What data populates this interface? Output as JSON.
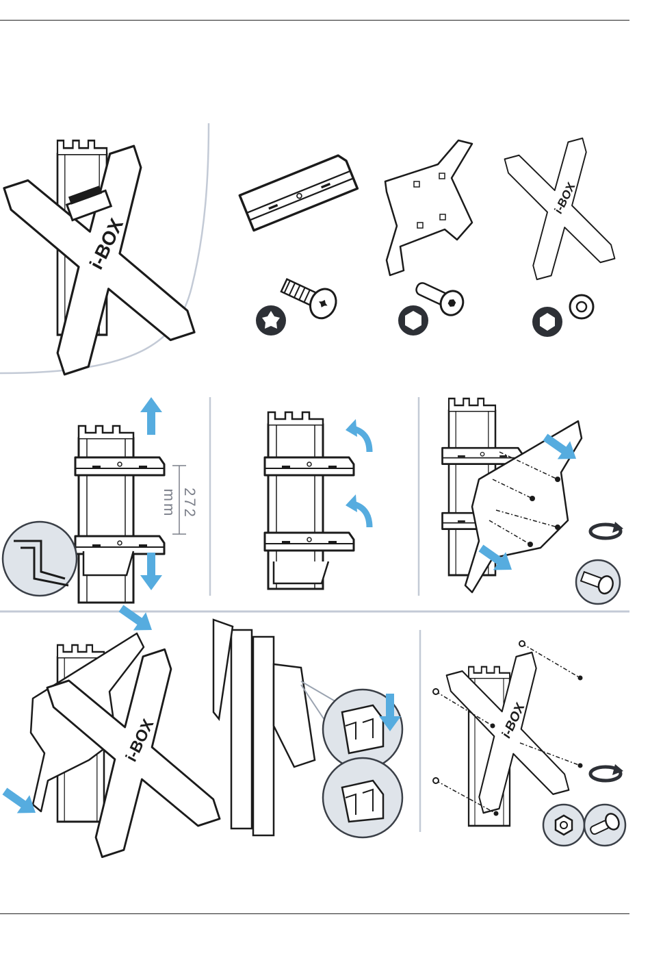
{
  "brand": {
    "logo_text": "i-BOX"
  },
  "dimension": {
    "label": "272 mm"
  },
  "colors": {
    "line": "#1b1b1b",
    "accent_arrow": "#56acdf",
    "magnifier_fill": "#dfe4ea",
    "magnifier_stroke": "#3a3f47",
    "divider": "#c3cad6",
    "badge_fill": "#2d3036"
  },
  "icons": {
    "torx": "torx-drive-icon",
    "hex_bolt": "hex-bolt-icon",
    "hex_nut": "hex-nut-icon",
    "rotate": "rotate-clockwise-icon"
  },
  "steps": [
    {
      "id": "overview",
      "content": "assembled-adapter"
    },
    {
      "id": "parts",
      "content": [
        "bracket-with-torx-screw",
        "vesa-plate-with-hex-bolt",
        "x-plate-with-hex-nut"
      ]
    },
    {
      "id": "adjust-brackets",
      "content": "brackets-272mm"
    },
    {
      "id": "tilt-brackets",
      "content": "brackets-tilted"
    },
    {
      "id": "attach-vesa-plate",
      "content": "plate-screws"
    },
    {
      "id": "mount-x-plate",
      "content": "x-plate-onto-vesa"
    },
    {
      "id": "hook-onto-rail",
      "content": "rail-detail"
    },
    {
      "id": "secure-x-plate",
      "content": "x-plate-nuts-bolts"
    }
  ]
}
